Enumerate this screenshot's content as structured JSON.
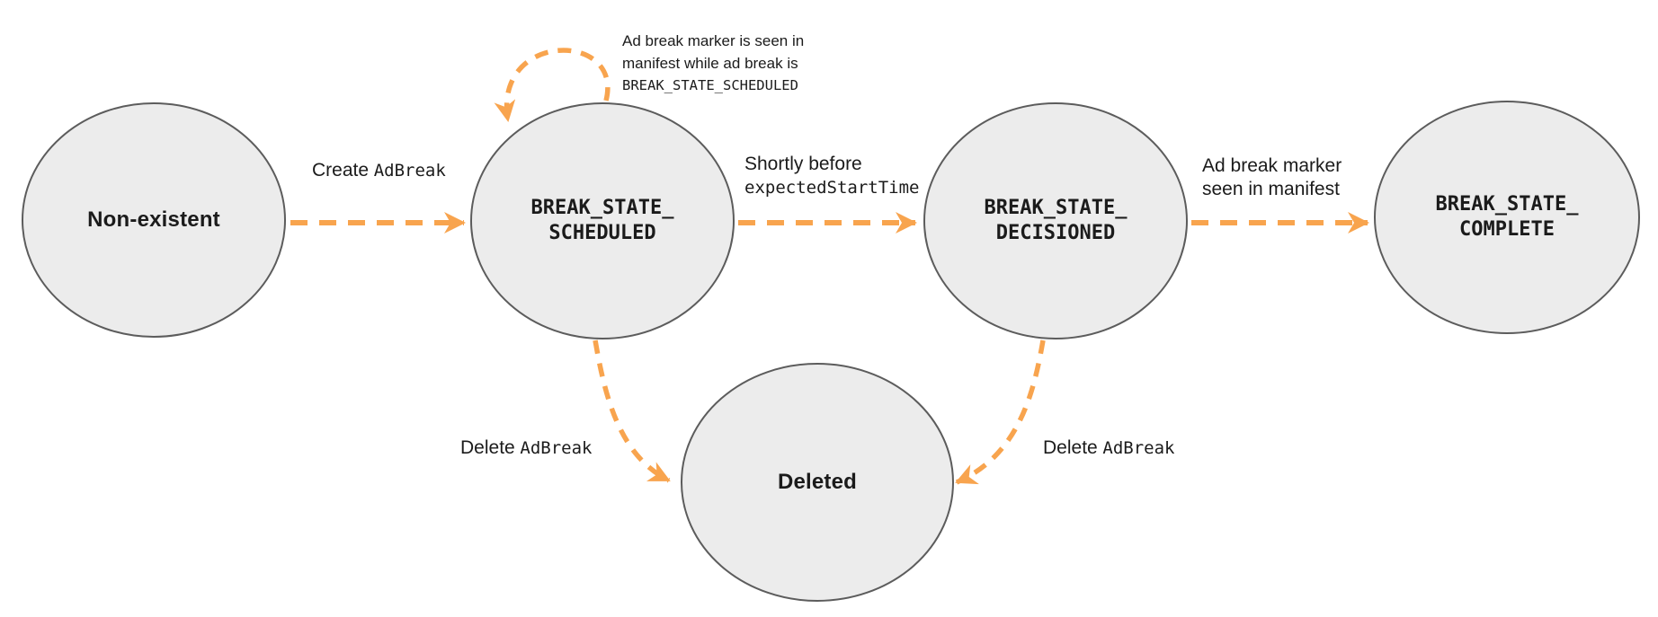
{
  "colors": {
    "accent": "#F8A44E",
    "node_fill": "#ECECEC",
    "node_border": "#5C5C5C",
    "ink": "#1B1B1B"
  },
  "states": [
    {
      "id": "non-existent",
      "label": "Non-existent",
      "label_style": "plain"
    },
    {
      "id": "break-state-scheduled",
      "label": "BREAK_STATE_\nSCHEDULED",
      "label_style": "code"
    },
    {
      "id": "break-state-decisioned",
      "label": "BREAK_STATE_\nDECISIONED",
      "label_style": "code"
    },
    {
      "id": "break-state-complete",
      "label": "BREAK_STATE_\nCOMPLETE",
      "label_style": "code"
    },
    {
      "id": "deleted",
      "label": "Deleted",
      "label_style": "plain"
    }
  ],
  "transitions": [
    {
      "from": "non-existent",
      "to": "break-state-scheduled",
      "label_text": "Create",
      "label_code": "AdBreak"
    },
    {
      "from": "break-state-scheduled",
      "to": "break-state-scheduled",
      "label_line1": "Ad break marker is seen in",
      "label_line2": "manifest while ad break is",
      "label_code": "BREAK_STATE_SCHEDULED"
    },
    {
      "from": "break-state-scheduled",
      "to": "break-state-decisioned",
      "label_text": "Shortly before",
      "label_code": "expectedStartTime"
    },
    {
      "from": "break-state-decisioned",
      "to": "break-state-complete",
      "label_line1": "Ad break marker",
      "label_line2": "seen in manifest"
    },
    {
      "from": "break-state-scheduled",
      "to": "deleted",
      "label_text": "Delete",
      "label_code": "AdBreak"
    },
    {
      "from": "break-state-decisioned",
      "to": "deleted",
      "label_text": "Delete",
      "label_code": "AdBreak"
    }
  ]
}
